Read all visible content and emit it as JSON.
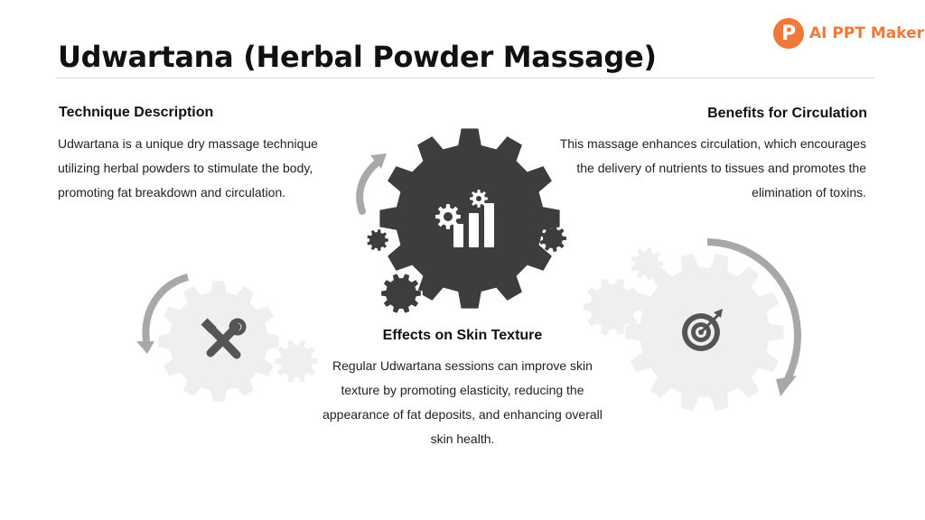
{
  "slide": {
    "title": "Udwartana (Herbal Powder Massage)"
  },
  "logo": {
    "mark": "P",
    "text": "AI PPT Maker"
  },
  "sections": {
    "left": {
      "heading": "Technique Description",
      "body": "Udwartana is a unique dry massage technique utilizing herbal powders to stimulate the body, promoting fat breakdown and circulation."
    },
    "right": {
      "heading": "Benefits for Circulation",
      "body": "This massage enhances circulation, which encourages the delivery of nutrients to tissues and promotes the elimination of toxins."
    },
    "center": {
      "heading": "Effects on Skin Texture",
      "body": "Regular Udwartana sessions can improve skin texture by promoting elasticity, reducing the appearance of fat deposits, and enhancing overall skin health."
    }
  },
  "icons": [
    "chart-gears-icon",
    "tools-icon",
    "target-icon",
    "gear-icon",
    "arrow-icon"
  ],
  "colors": {
    "dark_gear": "#3d3d3d",
    "light_gear": "#efefef",
    "arrow": "#9e9e9e",
    "accent": "#f0793a"
  }
}
